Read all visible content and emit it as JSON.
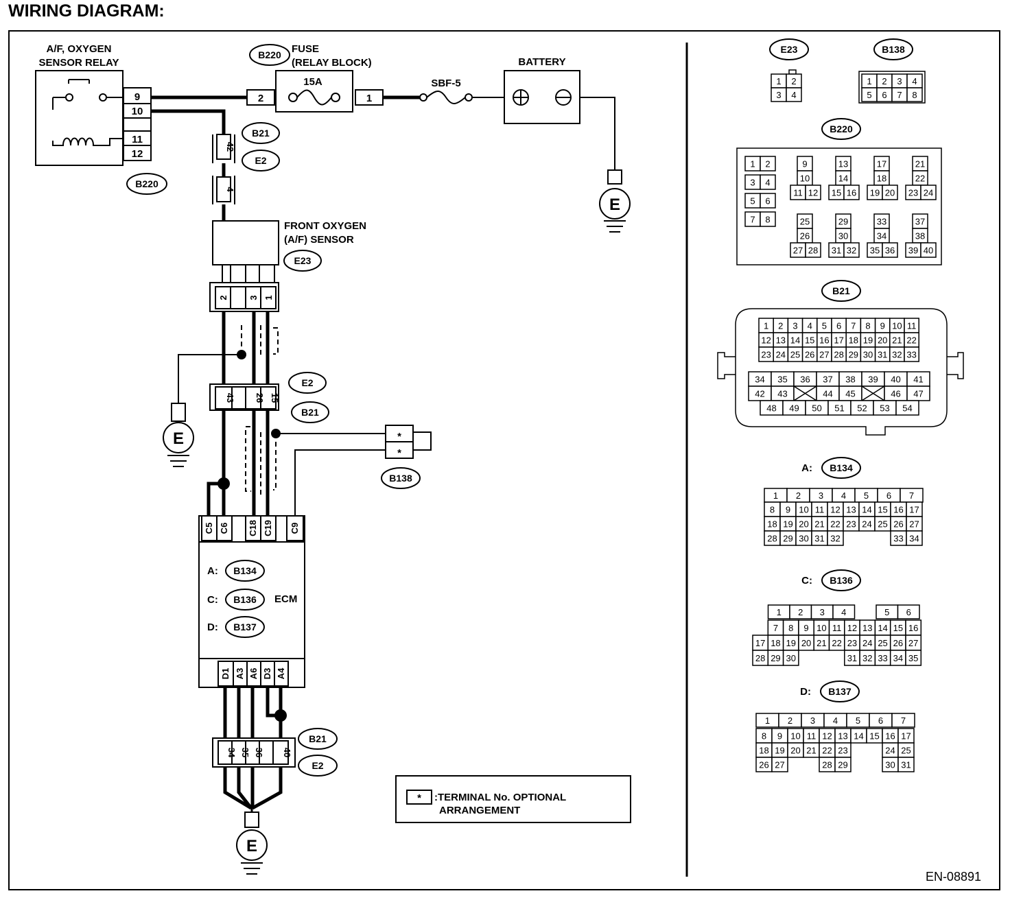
{
  "title": "WIRING DIAGRAM:",
  "doc_code": "EN-08891",
  "colors": {
    "line": "#000000",
    "background": "#ffffff"
  },
  "relay": {
    "line1": "A/F, OXYGEN",
    "line2": "SENSOR RELAY",
    "pins": [
      "9",
      "10",
      "11",
      "12"
    ],
    "connector": "B220"
  },
  "fuse": {
    "connector": "B220",
    "line1": "FUSE",
    "line2": "(RELAY BLOCK)",
    "rating": "15A",
    "pin_in": "2",
    "pin_out": "1"
  },
  "sbf": {
    "label": "SBF-5"
  },
  "battery": {
    "label": "BATTERY"
  },
  "ground_symbol": "E",
  "inline_top": {
    "conn1": "B21",
    "conn2": "E2",
    "pin_upper": "42",
    "pin_lower": "4"
  },
  "sensor": {
    "line1": "FRONT OXYGEN",
    "line2": "(A/F) SENSOR",
    "connector": "E23",
    "pins": [
      "2",
      "3",
      "1"
    ]
  },
  "inline_mid": {
    "conn1": "E2",
    "conn2": "B21",
    "pins": [
      "43",
      "26",
      "15"
    ]
  },
  "b138_conn": {
    "connector": "B138",
    "pins": [
      "*",
      "*"
    ]
  },
  "ecm": {
    "label": "ECM",
    "top_pins": [
      "C5",
      "C6",
      "C18",
      "C19",
      "C9"
    ],
    "bottom_pins": [
      "D1",
      "A3",
      "A6",
      "D3",
      "A4"
    ],
    "connectors": [
      {
        "prefix": "A:",
        "code": "B134"
      },
      {
        "prefix": "C:",
        "code": "B136"
      },
      {
        "prefix": "D:",
        "code": "B137"
      }
    ]
  },
  "inline_bot": {
    "conn1": "B21",
    "conn2": "E2",
    "pins": [
      "34",
      "35",
      "36",
      "40"
    ]
  },
  "legend": {
    "symbol": "*",
    "line1": ":TERMINAL No. OPTIONAL",
    "line2": "ARRANGEMENT"
  },
  "views": {
    "e23": {
      "code": "E23",
      "rows": [
        [
          "1",
          "2"
        ],
        [
          "3",
          "4"
        ]
      ]
    },
    "b138": {
      "code": "B138",
      "rows": [
        [
          "1",
          "2",
          "3",
          "4"
        ],
        [
          "5",
          "6",
          "7",
          "8"
        ]
      ]
    },
    "b220": {
      "code": "B220",
      "pairs": [
        [
          "1",
          "2"
        ],
        [
          "3",
          "4"
        ],
        [
          "5",
          "6"
        ],
        [
          "7",
          "8"
        ]
      ],
      "groups": [
        [
          "9",
          "10",
          "11",
          "12"
        ],
        [
          "13",
          "14",
          "15",
          "16"
        ],
        [
          "17",
          "18",
          "19",
          "20"
        ],
        [
          "21",
          "22",
          "23",
          "24"
        ],
        [
          "25",
          "26",
          "27",
          "28"
        ],
        [
          "29",
          "30",
          "31",
          "32"
        ],
        [
          "33",
          "34",
          "35",
          "36"
        ],
        [
          "37",
          "38",
          "39",
          "40"
        ]
      ]
    },
    "b21": {
      "code": "B21",
      "upper_rows": [
        [
          "1",
          "2",
          "3",
          "4",
          "5",
          "6",
          "7",
          "8",
          "9",
          "10",
          "11"
        ],
        [
          "12",
          "13",
          "14",
          "15",
          "16",
          "17",
          "18",
          "19",
          "20",
          "21",
          "22"
        ],
        [
          "23",
          "24",
          "25",
          "26",
          "27",
          "28",
          "29",
          "30",
          "31",
          "32",
          "33"
        ]
      ],
      "lower_rows": [
        [
          "34",
          "35",
          "36",
          "37",
          "38",
          "39",
          "40",
          "41"
        ],
        [
          "42",
          "43",
          "X",
          "44",
          "45",
          "X",
          "46",
          "47"
        ],
        [
          "48",
          "49",
          "50",
          "51",
          "52",
          "53",
          "54"
        ]
      ]
    },
    "b134": {
      "prefix": "A:",
      "code": "B134",
      "rows": [
        [
          "1",
          "2",
          "3",
          "4",
          "5",
          "6",
          "7"
        ],
        [
          "8",
          "9",
          "10",
          "11",
          "12",
          "13",
          "14",
          "15",
          "16",
          "17"
        ],
        [
          "18",
          "19",
          "20",
          "21",
          "22",
          "23",
          "24",
          "25",
          "26",
          "27"
        ],
        [
          "28",
          "29",
          "30",
          "31",
          "32",
          "",
          "",
          "",
          "33",
          "34"
        ]
      ]
    },
    "b136": {
      "prefix": "C:",
      "code": "B136",
      "rows": [
        [
          "",
          "1",
          "2",
          "3",
          "4",
          "",
          "5",
          "6"
        ],
        [
          "",
          "7",
          "8",
          "9",
          "10",
          "11",
          "12",
          "13",
          "14",
          "15",
          "16"
        ],
        [
          "17",
          "18",
          "19",
          "20",
          "21",
          "22",
          "23",
          "24",
          "25",
          "26",
          "27"
        ],
        [
          "28",
          "29",
          "30",
          "",
          "",
          "",
          "31",
          "32",
          "33",
          "34",
          "35"
        ]
      ]
    },
    "b137": {
      "prefix": "D:",
      "code": "B137",
      "rows": [
        [
          "1",
          "2",
          "3",
          "4",
          "5",
          "6",
          "7"
        ],
        [
          "8",
          "9",
          "10",
          "11",
          "12",
          "13",
          "14",
          "15",
          "16",
          "17"
        ],
        [
          "18",
          "19",
          "20",
          "21",
          "22",
          "23",
          "",
          "",
          "24",
          "25"
        ],
        [
          "26",
          "27",
          "",
          "",
          "28",
          "29",
          "",
          "",
          "30",
          "31"
        ]
      ]
    }
  }
}
